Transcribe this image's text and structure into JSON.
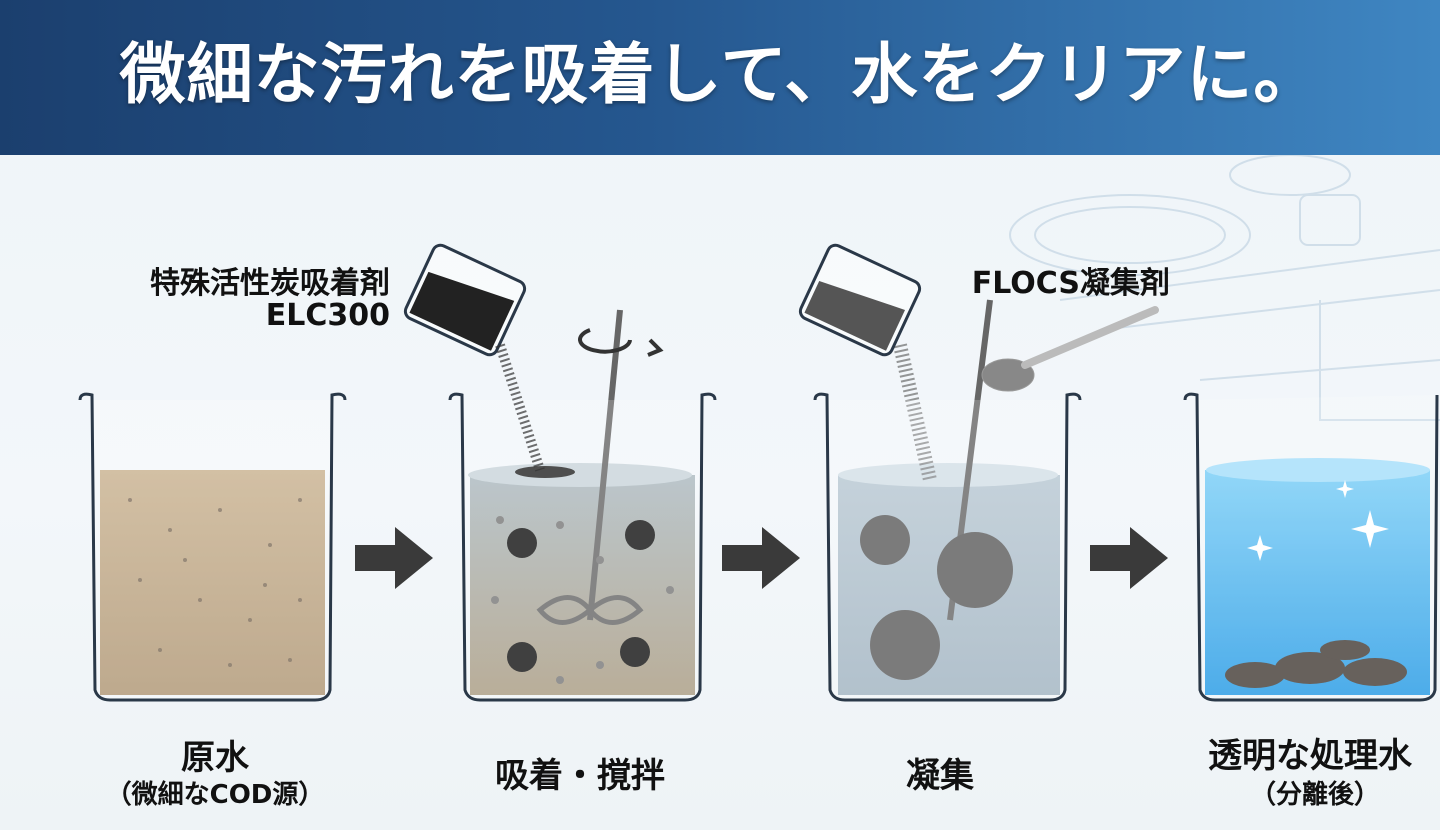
{
  "header": {
    "title": "微細な汚れを吸着して、水をクリアに。"
  },
  "agents": {
    "adsorbent_name": "特殊活性炭吸着剤",
    "adsorbent_code": "ELC300",
    "coagulant": "FLOCS凝集剤"
  },
  "steps": [
    {
      "label": "原水",
      "sub": "（微細なCOD源）"
    },
    {
      "label": "吸着・撹拌",
      "sub": ""
    },
    {
      "label": "凝集",
      "sub": ""
    },
    {
      "label": "透明な処理水",
      "sub": "（分離後）"
    }
  ],
  "colors": {
    "header_dark": "#1b3f6e",
    "header_light": "#3f86c2",
    "raw_water": "#b89f7c",
    "clear_water": "#4fb1ea",
    "arrow": "#3a3a3a"
  }
}
